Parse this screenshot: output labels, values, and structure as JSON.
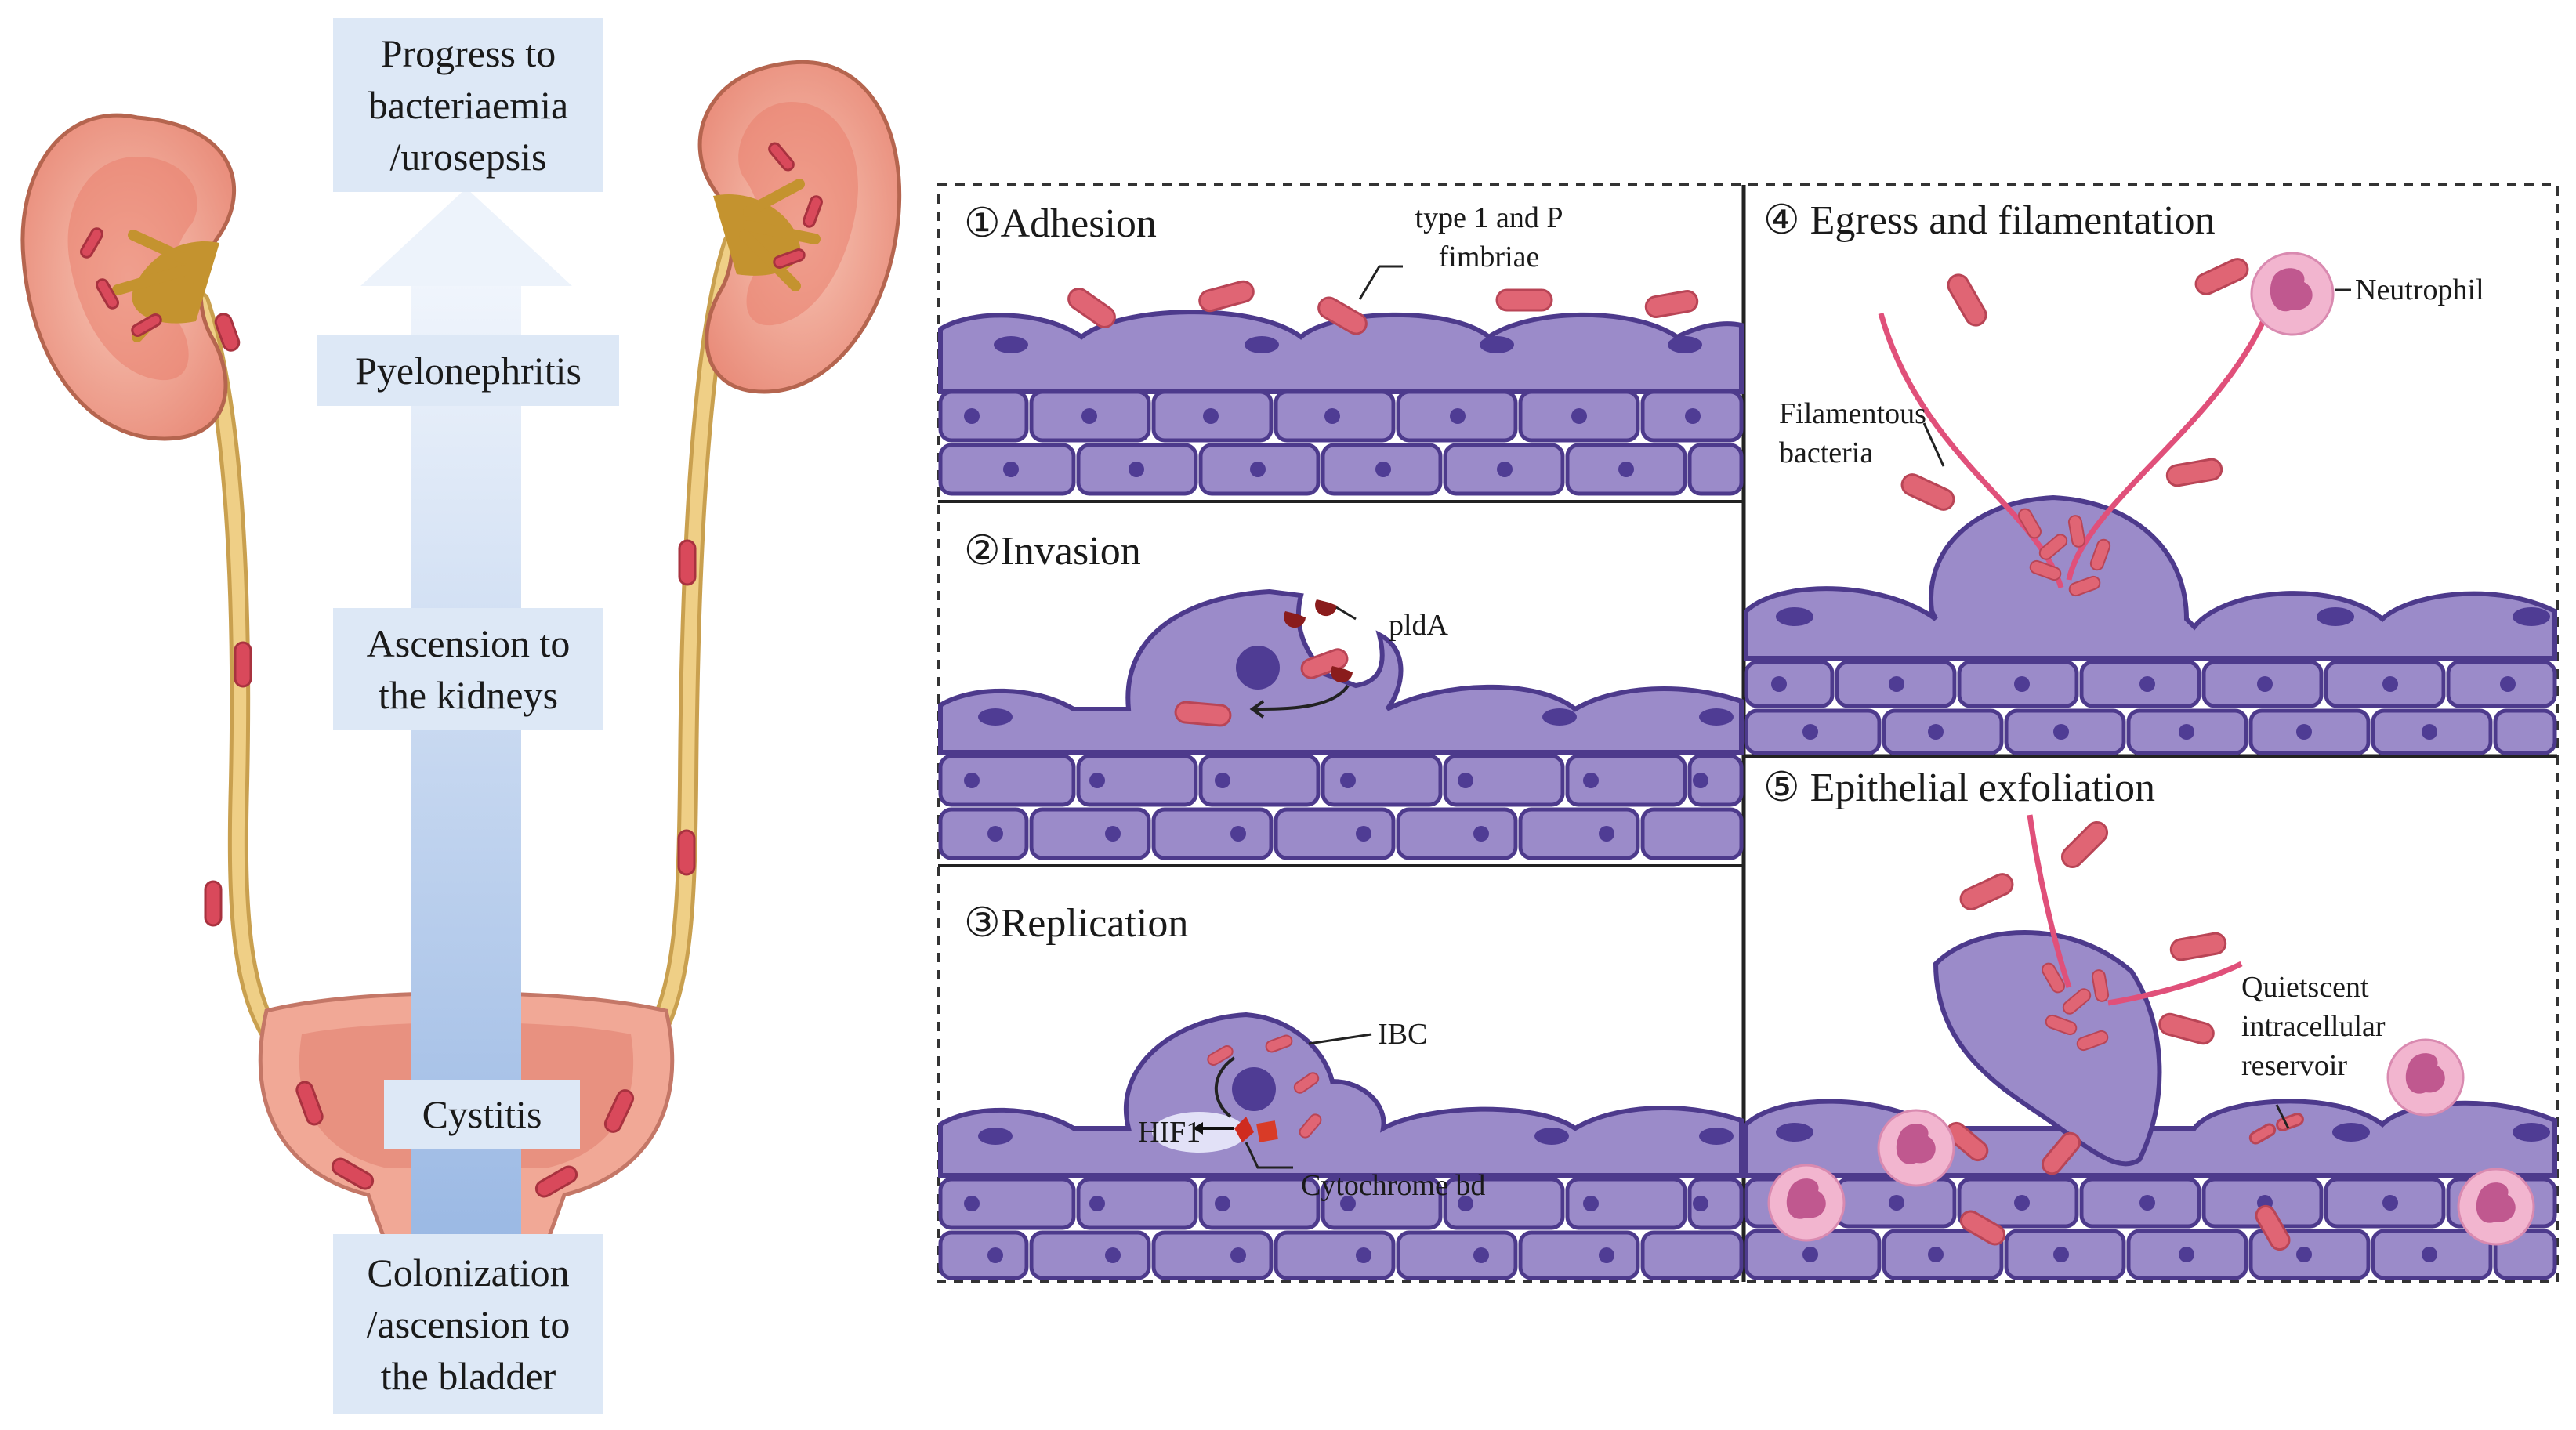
{
  "stages": {
    "progress": [
      "Progress to",
      "bacteriaemia",
      "/urosepsis"
    ],
    "pyelonephritis": [
      "Pyelonephritis"
    ],
    "ascension": [
      "Ascension to",
      "the kidneys"
    ],
    "cystitis": [
      "Cystitis"
    ],
    "colonization": [
      "Colonization",
      "/ascension to",
      "the bladder"
    ]
  },
  "panels": {
    "adhesion": {
      "title": "①Adhesion",
      "fimbriae": [
        "type 1 and P",
        "fimbriae"
      ]
    },
    "invasion": {
      "title": "②Invasion",
      "plda": "pldA"
    },
    "replication": {
      "title": "③Replication",
      "ibc": "IBC",
      "hif": "HIF1",
      "cytochrome": "Cytochrome bd"
    },
    "egress": {
      "title": "④ Egress and filamentation",
      "neutrophil": "Neutrophil",
      "filamentous": [
        "Filamentous",
        "bacteria"
      ]
    },
    "exfoliation": {
      "title": "⑤ Epithelial exfoliation",
      "quiescent": [
        "Quietscent",
        "intracellular",
        "reservoir"
      ]
    }
  },
  "colors": {
    "cell": "#9b8bc9",
    "cell_outline": "#4d3a8c",
    "nucleus": "#4f3c94",
    "bacteria": "#e06574",
    "kidney": "#f1a08e",
    "ureter": "#e8c479",
    "stage_box": "#dde8f6",
    "arrow_top": "#eef3fb",
    "arrow_bottom": "#9ab8e3",
    "neutrophil": "#f2b5cf"
  }
}
